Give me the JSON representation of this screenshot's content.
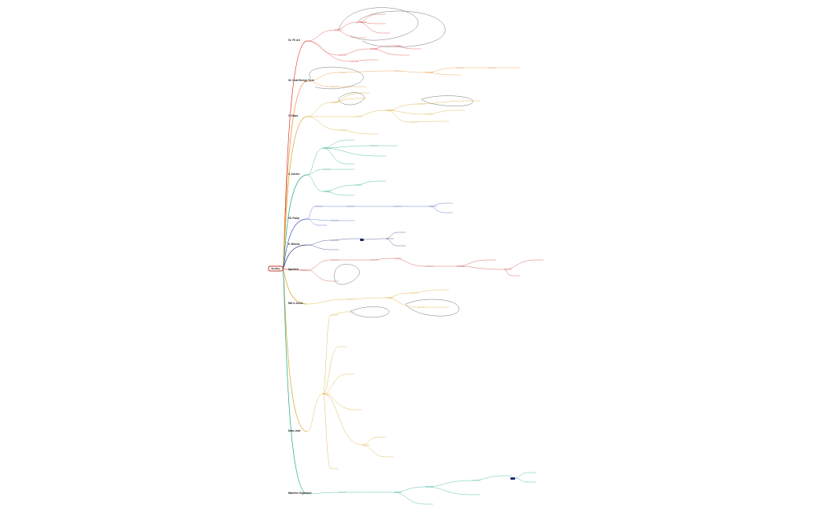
{
  "root": {
    "label": "MindMap"
  },
  "colors": {
    "red": "#d9342b",
    "orange": "#e8892c",
    "amber": "#d9a21c",
    "green": "#1aa672",
    "blue": "#3550b5",
    "navy": "#1e2a6e",
    "crimson": "#c0392b",
    "teal": "#17a58c"
  },
  "branches": [
    {
      "id": "b1",
      "title": "01. Fir Art",
      "color": "red"
    },
    {
      "id": "b2",
      "title": "02. Dust Energy Term",
      "color": "orange"
    },
    {
      "id": "b3",
      "title": "3. Steps",
      "color": "amber"
    },
    {
      "id": "b4",
      "title": "4. Juicies",
      "color": "green"
    },
    {
      "id": "b5",
      "title": "05. Pump",
      "color": "blue"
    },
    {
      "id": "b6",
      "title": "6. Wheels",
      "color": "navy"
    },
    {
      "id": "b7",
      "title": "Spell Kit",
      "color": "crimson"
    },
    {
      "id": "b8",
      "title": "Mill & Juicer",
      "color": "amber"
    },
    {
      "id": "b9",
      "title": "Data Limit",
      "color": "amber"
    },
    {
      "id": "b10",
      "title": "Machine Organised",
      "color": "teal"
    }
  ]
}
